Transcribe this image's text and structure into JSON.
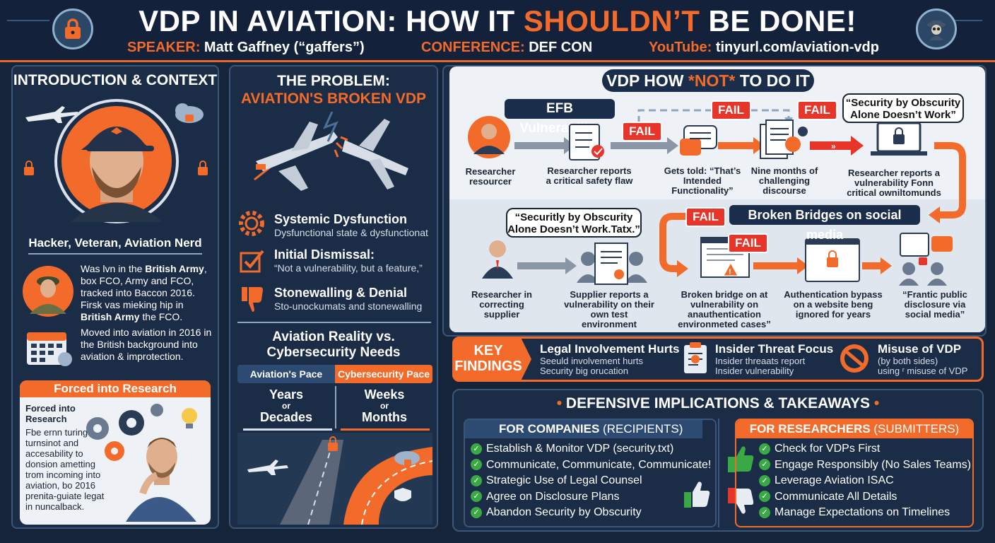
{
  "header": {
    "title_part1": "VDP IN AVIATION: HOW IT ",
    "title_accent": "SHOULDN’T",
    "title_part2": " BE DONE!",
    "speaker_key": "SPEAKER:",
    "speaker_val": "Matt Gaffney (“gaffers”)",
    "conf_key": "CONFERENCE:",
    "conf_val": "DEF CON",
    "yt_key": "YouTube:",
    "yt_val": "tinyurl.com/aviation-vdp"
  },
  "intro": {
    "title": "INTRODUCTION & CONTEXT",
    "tagline": "Hacker, Veteran, Aviation Nerd",
    "army_pre": "Was lvn in the ",
    "army_b1": "British Army",
    "army_mid": ", box FCO, Army and FCO, tracked into Baccon 2016. Firsk vas mieking hip in ",
    "army_b2": "British Army",
    "army_post": " the FCO.",
    "moved": "Moved into aviation in 2016 in the British background into aviation & improtection.",
    "forced_title": "Forced into Research",
    "forced_sub": "Forced into Research",
    "forced_body": "Fbe ernn turing led turnsinot and accesability to donsion ametting trom incoming into aviation, bo 2016 prenita-guiate legat in nuncalback."
  },
  "problem": {
    "title1": "THE PROBLEM:",
    "title2": "AVIATION'S BROKEN VDP",
    "items": [
      {
        "title": "Systemic Dysfunction",
        "sub": "Dysfunctional state & dysfunctionat"
      },
      {
        "title": "Initial Dismissal:",
        "sub": "“Not a vulnerability, but a feature,”"
      },
      {
        "title": "Stonewalling & Denial",
        "sub": "Sto-unockumats and stonewalling"
      }
    ],
    "reality_title": "Aviation Reality vs. Cybersecurity Needs",
    "col_a_head": "Aviation's Pace",
    "col_b_head": "Cybersecurity Pace",
    "col_a_1": "Years",
    "col_a_or": "or",
    "col_a_2": "Decades",
    "col_b_1": "Weeks",
    "col_b_or": "or",
    "col_b_2": "Months"
  },
  "flow": {
    "title_pre": "VDP HOW ",
    "title_accent": "*NOT*",
    "title_post": " TO DO IT",
    "efb": "EFB Vulnerability",
    "quote_top": "“Security by Obscurity Alone Doesn’t Work”",
    "fail": "FAIL",
    "row1": [
      "Researcher resourcer",
      "Researcher reports a critical safety flaw",
      "Gets told: “That’s Intended Functionality”",
      "Nine months of challenging discourse",
      "Researcher reports a vulnerability Fonn critical owniltomunds"
    ],
    "quote_mid": "“Securitly by Obscurity Alone Doesn’t Work.Tatx.”",
    "broken": "Broken Bridges on social media",
    "row2": [
      "Researcher in correcting supplier",
      "Supplier reports a vulnerability on their own test environment",
      "Broken bridge on at vulnerability on anauthentication environmeted cases”",
      "Authentication bypass on a website beng ignored for years",
      "“Frantic public disclosure via social media”"
    ]
  },
  "findings": {
    "label1": "KEY",
    "label2": "FINDINGS",
    "items": [
      {
        "title": "Legal Involvement Hurts",
        "sub1": "Seeuld involvement hurts",
        "sub2": "Security big orucation"
      },
      {
        "title": "Insider Threat Focus",
        "sub1": "Insider threaats report",
        "sub2": "Insider vulnerability"
      },
      {
        "title": "Misuse of VDP",
        "sub1": "(by both sides)",
        "sub2": "using ʳ misuse of VDP"
      }
    ]
  },
  "takeaways": {
    "title": "DEFENSIVE IMPLICATIONS & TAKEAWAYS",
    "companies_head": "FOR COMPANIES",
    "companies_sub": " (RECIPIENTS)",
    "companies": [
      "Establish & Monitor VDP (security.txt)",
      "Communicate, Communicate, Communicate!",
      "Strategic Use of Legal Counsel",
      "Agree on Disclosure Plans",
      "Abandon Security by Obscurity"
    ],
    "researchers_head": "FOR RESEARCHERS",
    "researchers_sub": " (SUBMITTERS)",
    "researchers": [
      "Check for VDPs First",
      "Engage Responsibly (No Sales Teams)",
      "Leverage Aviation ISAC",
      "Communicate All Details",
      "Manage Expectations on Timelines"
    ]
  },
  "colors": {
    "accent": "#f26b2a",
    "navy": "#16243a",
    "fail": "#e8352a",
    "ok": "#3aa845"
  }
}
